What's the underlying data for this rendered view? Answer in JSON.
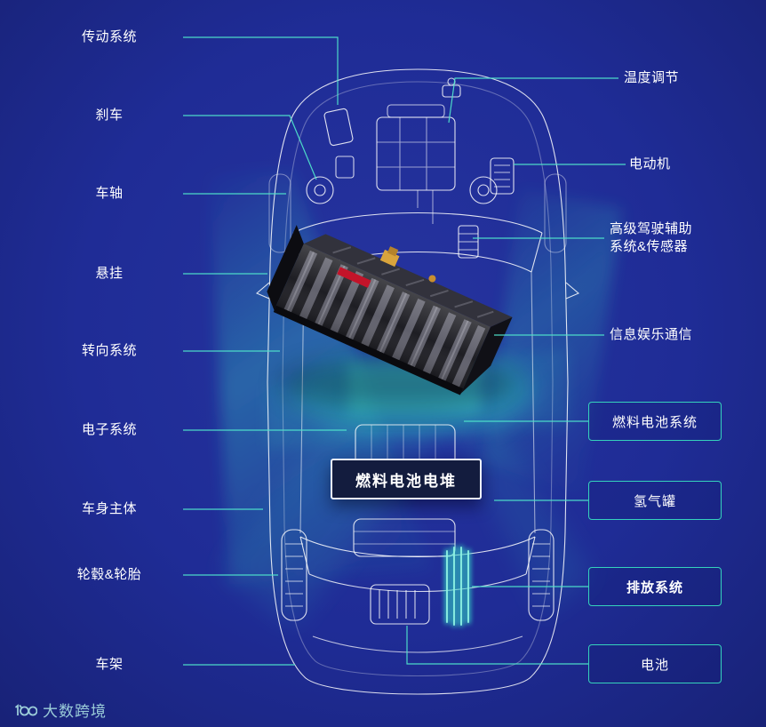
{
  "colors": {
    "background": "#1f2c96",
    "accent_teal": "#3fe0c8",
    "connector_line": "#4fe3cb",
    "box_border": "#35d2bc",
    "center_box_bg": "#131c3e",
    "center_box_border": "#eef2ff",
    "label_text": "#ffffff"
  },
  "left_labels": [
    "传动系统",
    "刹车",
    "车轴",
    "悬挂",
    "转向系统",
    "电子系统",
    "车身主体",
    "轮毂&轮胎",
    "车架"
  ],
  "right_labels": [
    "温度调节",
    "电动机",
    "高级驾驶辅助系统&传感器",
    "信息娱乐通信"
  ],
  "right_boxes": [
    "燃料电池系统",
    "氢气罐",
    "排放系统",
    "电池"
  ],
  "center_label": "燃料电池电堆",
  "logo": {
    "brand": "大数跨境"
  }
}
